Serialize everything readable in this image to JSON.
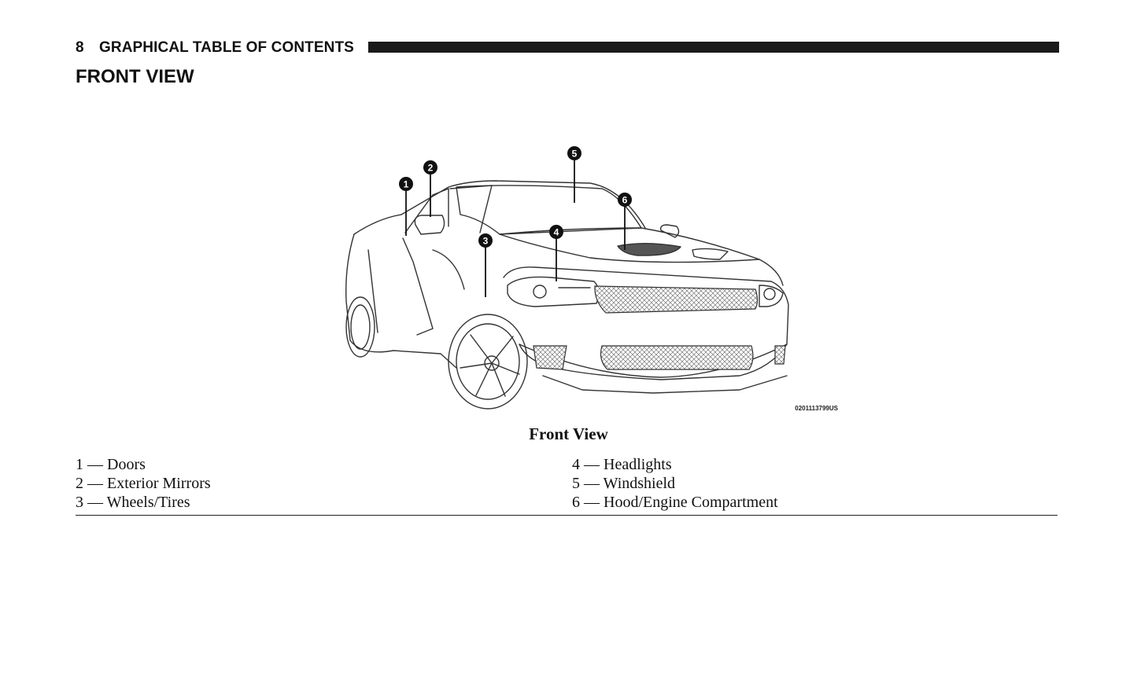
{
  "header": {
    "page_number": "8",
    "section": "GRAPHICAL TABLE OF CONTENTS"
  },
  "page_title": "FRONT VIEW",
  "figure": {
    "code": "0201113799US",
    "callouts": [
      "1",
      "2",
      "3",
      "4",
      "5",
      "6"
    ]
  },
  "caption": "Front View",
  "legend": {
    "left": [
      "1 — Doors",
      "2 — Exterior Mirrors",
      "3 — Wheels/Tires"
    ],
    "right": [
      "4 — Headlights",
      "5 — Windshield",
      "6 — Hood/Engine Compartment"
    ]
  }
}
